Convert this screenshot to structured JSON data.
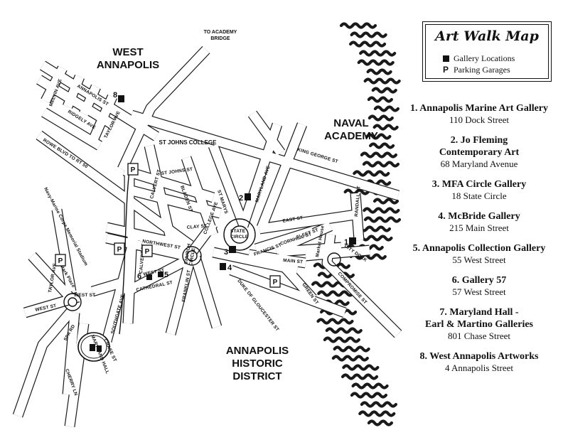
{
  "legend": {
    "title": "Art Walk Map",
    "gallery_label": "Gallery Locations",
    "parking_symbol": "P",
    "parking_label": "Parking Garages"
  },
  "areas": {
    "west_annapolis": [
      "WEST",
      "ANNAPOLIS"
    ],
    "naval_academy": [
      "NAVAL",
      "ACADEMY"
    ],
    "historic_district": [
      "ANNAPOLIS",
      "HISTORIC",
      "DISTRICT"
    ],
    "st_johns": "ST JOHNS COLLEGE",
    "academy_bridge": [
      "TO ACADEMY",
      "BRIDGE"
    ]
  },
  "streets": {
    "annapolis_st": "ANNAPOLIS ST",
    "melvin": "MELVIN AVE",
    "ridgely": "RIDGELY AVE",
    "taylor_top": "TAYLOR AVE",
    "rowe": "ROWE BLVD TO RT 50",
    "king_george": "KING GEORGE ST",
    "st_johns_st": "ST JOHNS ST",
    "calvert_top": "CALVERT ST",
    "bladen": "BLADEN ST",
    "clay": "CLAY ST",
    "college": "COLLEGE AVE",
    "st_marys": "ST MARYS",
    "maryland_ave": "MARYLAND AVE",
    "state_circle": [
      "STATE",
      "CIRCLE"
    ],
    "east_st": "EAST ST",
    "randall": "RANDALL ST",
    "city_dock": "CITY DOCK",
    "cornhill": "CORNHILL ST",
    "fleet": "FLEET ST",
    "francis": "FRANCIS ST",
    "main_st": "MAIN ST",
    "northwest": "NORTHWEST ST",
    "church_circle": [
      "CHURCH",
      "CIRCLE"
    ],
    "west_st_east": "WEST ST",
    "cathedral": "CATHEDRAL ST",
    "franklin": "FRANKLIN ST",
    "duke": "DUKE OF GLOUCESTER ST",
    "green": "GREEN ST",
    "compromise": "COMPROMISE ST",
    "market_house": "Market House",
    "calvert_bottom": "CALVERT ST",
    "southgate": "SOUTHGATE AVE",
    "taylor_bottom": "TAYLOR AVE",
    "west_st_mid": "WEST ST",
    "west_st_left": "WEST ST",
    "park_place": "Park Place",
    "stadium": "Navy-Marine Corps Memorial Stadium",
    "spa_rd": "SPA RD",
    "chase": "CHASE ST",
    "maryland_hall": "MARYLAND HALL",
    "cherry": "CHERRY LN"
  },
  "gallery_markers": [
    "1",
    "2",
    "3",
    "4",
    "5",
    "6",
    "8"
  ],
  "galleries": [
    {
      "name": "1. Annapolis Marine Art Gallery",
      "address": "110 Dock Street"
    },
    {
      "name": "2. Jo Fleming",
      "name2": "Contemporary Art",
      "address": "68 Maryland Avenue"
    },
    {
      "name": "3. MFA Circle Gallery",
      "address": "18 State Circle"
    },
    {
      "name": "4. McBride Gallery",
      "address": "215 Main Street"
    },
    {
      "name": "5. Annapolis Collection Gallery",
      "address": "55 West Street"
    },
    {
      "name": "6. Gallery 57",
      "address": "57 West Street"
    },
    {
      "name": "7. Maryland Hall -",
      "name2": "Earl & Martino Galleries",
      "address": "801 Chase Street"
    },
    {
      "name": "8. West Annapolis Artworks",
      "address": "4 Annapolis Street"
    }
  ],
  "colors": {
    "ink": "#111111",
    "water": "#1a1a1a",
    "paper": "#ffffff"
  }
}
